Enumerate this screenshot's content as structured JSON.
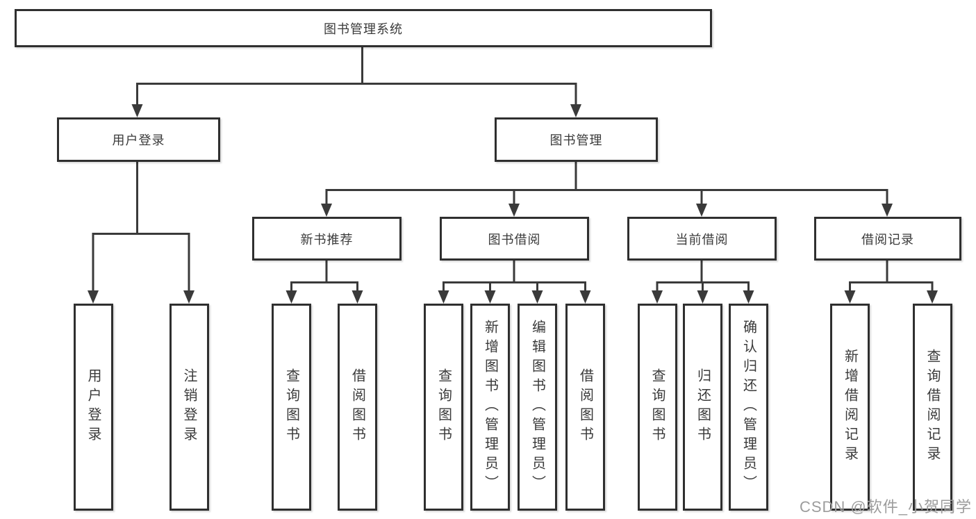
{
  "tree": {
    "label": "图书管理系统",
    "children": [
      {
        "label": "用户登录",
        "children": [
          {
            "label": "用户登录"
          },
          {
            "label": "注销登录"
          }
        ]
      },
      {
        "label": "图书管理",
        "children": [
          {
            "label": "新书推荐",
            "children": [
              {
                "label": "查询图书"
              },
              {
                "label": "借阅图书"
              }
            ]
          },
          {
            "label": "图书借阅",
            "children": [
              {
                "label": "查询图书"
              },
              {
                "label": "新增图书（管理员）"
              },
              {
                "label": "编辑图书（管理员）"
              },
              {
                "label": "借阅图书"
              }
            ]
          },
          {
            "label": "当前借阅",
            "children": [
              {
                "label": "查询图书"
              },
              {
                "label": "归还图书"
              },
              {
                "label": "确认归还（管理员）"
              }
            ]
          },
          {
            "label": "借阅记录",
            "children": [
              {
                "label": "新增借阅记录"
              },
              {
                "label": "查询借阅记录"
              }
            ]
          }
        ]
      }
    ]
  },
  "watermark": {
    "text": "CSDN @软件_小贺同学",
    "color": "#9c9c9c"
  },
  "colors": {
    "background": "#ffffff",
    "box_border": "#2f2f2f",
    "connector": "#3a3a3a",
    "text": "#3a3a3a"
  }
}
